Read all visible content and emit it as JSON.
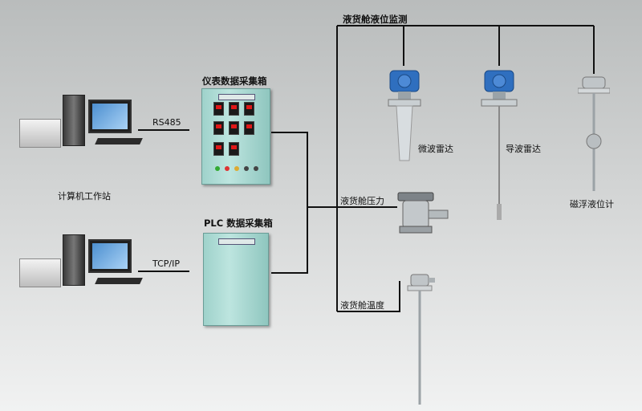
{
  "labels": {
    "level_monitoring": "液货舱液位监测",
    "instrument_box": "仪表数据采集箱",
    "plc_box": "PLC 数据采集箱",
    "workstation": "计算机工作站",
    "rs485": "RS485",
    "tcpip": "TCP/IP",
    "microwave_radar": "微波雷达",
    "guided_radar": "导波雷达",
    "magnetic_float": "磁浮液位计",
    "pressure": "液货舱压力",
    "temperature": "液货舱温度"
  },
  "colors": {
    "cabinet": "#a8d8d1",
    "meter_red": "#e01818",
    "transmitter_blue": "#2f6fbf",
    "line": "#111111"
  }
}
